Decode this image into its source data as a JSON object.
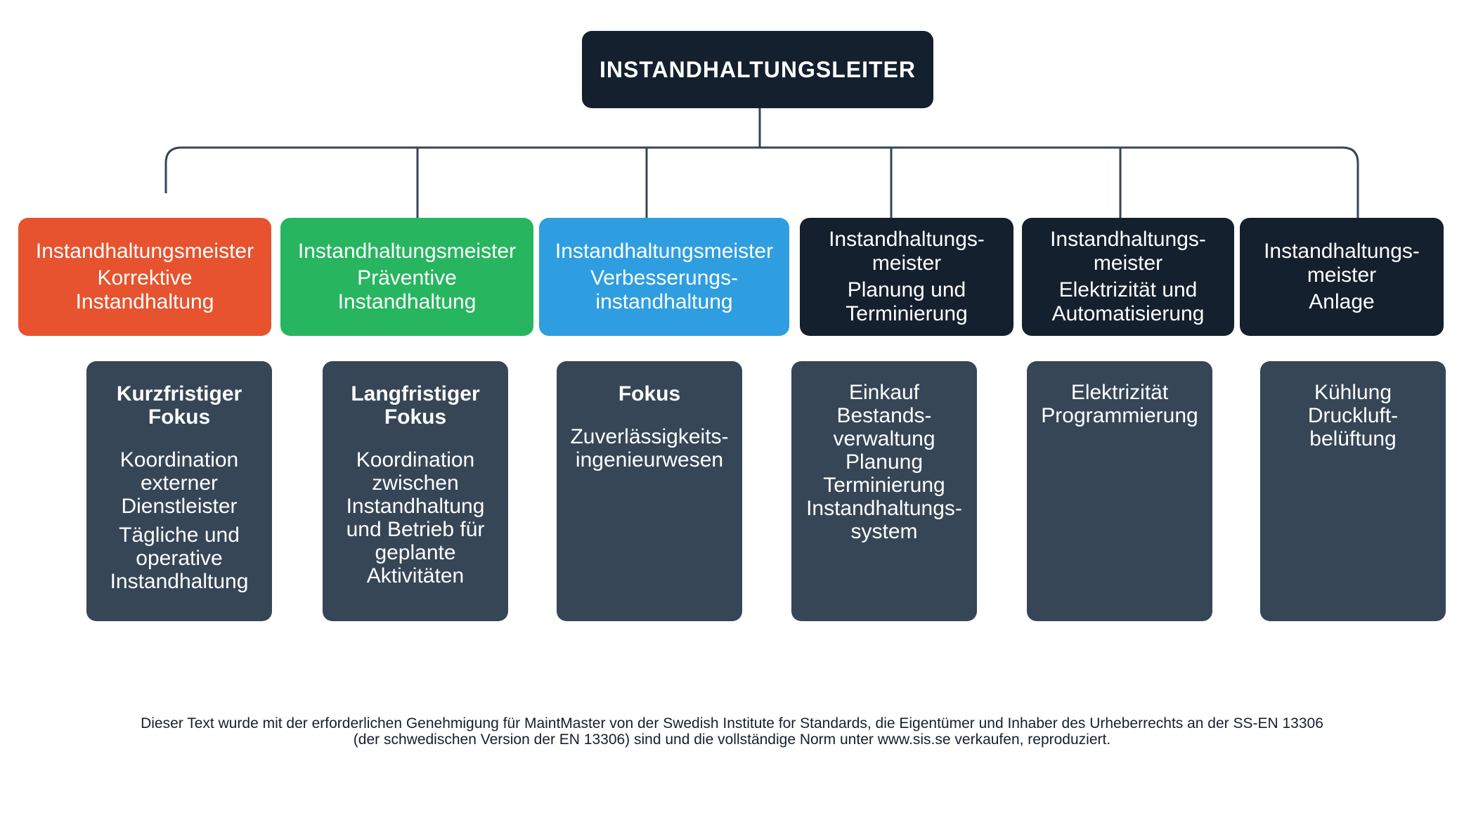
{
  "root": {
    "label": "INSTANDHALTUNGSLEITER"
  },
  "colors": {
    "root": "#14202e",
    "korrektive": "#e6532e",
    "praeventive": "#27b560",
    "verbesserung": "#2e9ee0",
    "dark": "#14202e",
    "detail": "#364657",
    "connector": "#364657"
  },
  "roles": [
    {
      "title": "Instandhaltungsmeister",
      "sub": "Korrektive\nInstandhaltung"
    },
    {
      "title": "Instandhaltungsmeister",
      "sub": "Präventive\nInstandhaltung"
    },
    {
      "title": "Instandhaltungsmeister",
      "sub": "Verbesserungs-\ninstandhaltung"
    },
    {
      "title": "Instandhaltungs-\nmeister",
      "sub": "Planung und\nTerminierung"
    },
    {
      "title": "Instandhaltungs-\nmeister",
      "sub": "Elektrizität und\nAutomatisierung"
    },
    {
      "title": "Instandhaltungs-\nmeister",
      "sub": "Anlage"
    }
  ],
  "details": [
    {
      "head": "Kurzfristiger\nFokus",
      "body": "Koordination\nexterner\nDienstleister",
      "body2": "Tägliche und\noperative\nInstandhaltung"
    },
    {
      "head": "Langfristiger\nFokus",
      "body": "Koordination\nzwischen\nInstandhaltung\nund Betrieb für\ngeplante\nAktivitäten",
      "body2": ""
    },
    {
      "head": "Fokus",
      "body": "Zuverlässigkeits-\ningenieurwesen",
      "body2": ""
    },
    {
      "head": "",
      "body": "Einkauf\nBestands-\nverwaltung\nPlanung\nTerminierung\nInstandhaltungs-\nsystem",
      "body2": ""
    },
    {
      "head": "",
      "body": "Elektrizität\nProgrammierung",
      "body2": ""
    },
    {
      "head": "",
      "body": "Kühlung\nDruckluft-\nbelüftung",
      "body2": ""
    }
  ],
  "footer": {
    "line1": "Dieser Text wurde mit der erforderlichen Genehmigung für MaintMaster von der Swedish Institute for Standards, die Eigentümer und Inhaber des Urheberrechts an der SS-EN 13306",
    "line2": "(der schwedischen Version der EN 13306) sind und die vollständige Norm unter www.sis.se verkaufen, reproduziert."
  }
}
